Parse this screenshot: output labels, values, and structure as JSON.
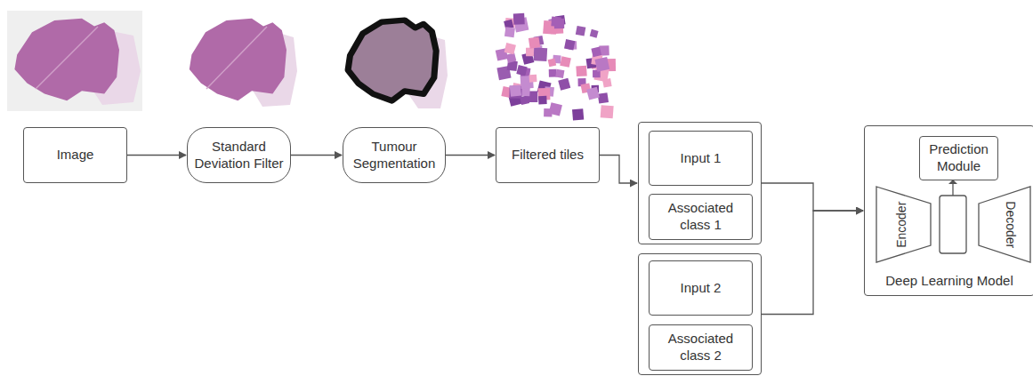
{
  "diagram": {
    "nodes": [
      {
        "text": [
          "Image"
        ]
      },
      {
        "text": [
          "Standard Deviation Filter"
        ]
      },
      {
        "text": [
          "Tumour Segmentation"
        ]
      },
      {
        "text": [
          "Filtered tiles"
        ]
      },
      {
        "text": []
      },
      {
        "text": [
          "Input 1"
        ],
        "in": 4
      },
      {
        "text": [
          "Associated class 1"
        ],
        "in": 4
      },
      {
        "text": []
      },
      {
        "text": [
          "Input 2"
        ],
        "in": 7
      },
      {
        "text": [
          "Associated class 2"
        ],
        "in": 7
      },
      {
        "text": [
          "Deep Learning Model"
        ]
      },
      {
        "text": [
          "Prediction Module"
        ],
        "in": 10
      },
      {
        "text": [
          "Encoder"
        ],
        "in": 10
      },
      {
        "text": [
          "Decoder"
        ],
        "in": 10
      }
    ],
    "edges": [
      {
        "from": 0,
        "to": 1,
        "arrow": "to"
      },
      {
        "from": 1,
        "to": 2,
        "arrow": "to"
      },
      {
        "from": 2,
        "to": 3,
        "arrow": "to"
      },
      {
        "from": 3,
        "to": 4,
        "arrow": "to"
      },
      {
        "from": 4,
        "to": 10,
        "arrow": "to"
      },
      {
        "from": 7,
        "to": 10,
        "arrow": "to"
      }
    ]
  }
}
